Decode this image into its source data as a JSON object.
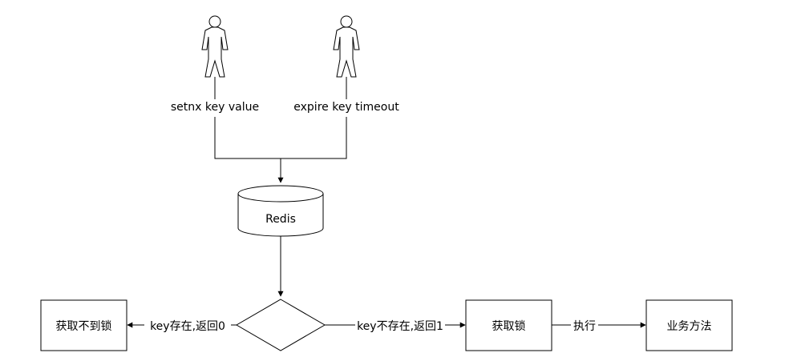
{
  "actors": [
    {
      "label": "setnx key value",
      "icon": "person-icon"
    },
    {
      "label": "expire key timeout",
      "icon": "person-icon"
    }
  ],
  "redis": {
    "label": "Redis",
    "icon": "database-cylinder"
  },
  "decision": {
    "label": ""
  },
  "edges": {
    "exists": "key存在,返回0",
    "not_exists": "key不存在,返回1",
    "execute": "执行"
  },
  "boxes": {
    "lock_failed": "获取不到锁",
    "lock_acquired": "获取锁",
    "business_method": "业务方法"
  }
}
